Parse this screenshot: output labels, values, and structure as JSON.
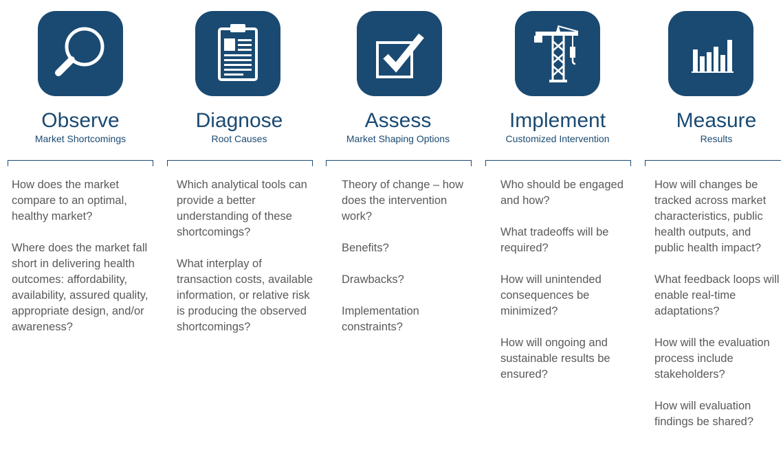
{
  "steps": [
    {
      "icon": "magnifying-glass-icon",
      "title": "Observe",
      "subtitle": "Market Shortcomings",
      "questions": [
        "How does the market compare to an optimal, healthy market?",
        "Where does the market fall short in delivering health outcomes: affordability, availability, assured quality, appropriate design, and/or awareness?"
      ]
    },
    {
      "icon": "clipboard-icon",
      "title": "Diagnose",
      "subtitle": "Root Causes",
      "questions": [
        "Which analytical tools can provide a better understanding of these shortcomings?",
        "What interplay of transaction costs, available information, or relative risk is producing the observed shortcomings?"
      ]
    },
    {
      "icon": "checkbox-icon",
      "title": "Assess",
      "subtitle": "Market Shaping Options",
      "questions": [
        "Theory of change – how does the intervention work?",
        "Benefits?",
        "Drawbacks?",
        "Implementation constraints?"
      ]
    },
    {
      "icon": "construction-crane-icon",
      "title": "Implement",
      "subtitle": "Customized Intervention",
      "questions": [
        "Who should be engaged and how?",
        "What tradeoffs will be required?",
        "How will unintended consequences be minimized?",
        "How will ongoing and sustainable results be ensured?"
      ]
    },
    {
      "icon": "bar-chart-icon",
      "title": "Measure",
      "subtitle": "Results",
      "questions": [
        "How will changes be tracked across market characteristics, public health outputs, and public health impact?",
        "What feedback loops will enable real-time adaptations?",
        "How will the evaluation process include stakeholders?",
        "How will evaluation findings be shared?"
      ]
    }
  ],
  "colors": {
    "accent": "#1a4a72",
    "text": "#58595b"
  }
}
